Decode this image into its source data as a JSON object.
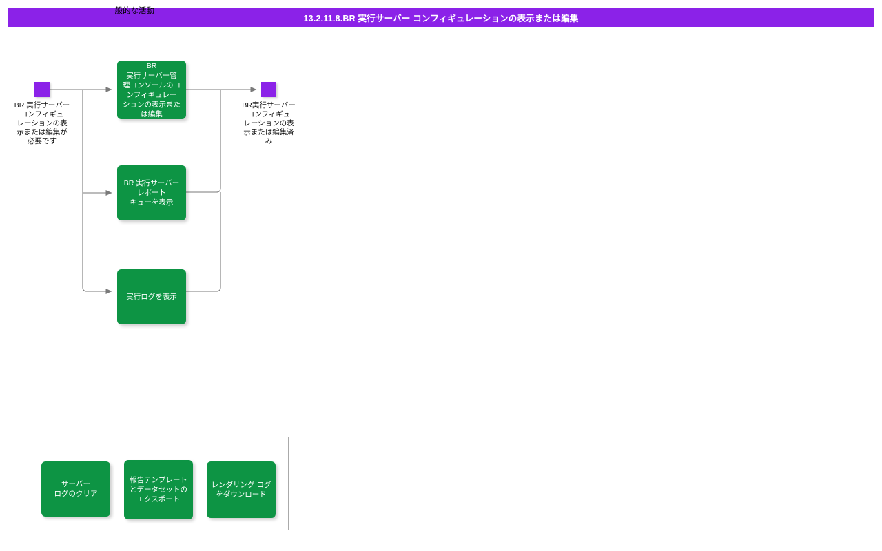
{
  "titlebar": {
    "title": "13.2.11.8.BR 実行サーバー コンフィギュレーションの表示または編集",
    "background_color": "#8B22E8",
    "text_color": "#FFFFFF"
  },
  "theme": {
    "activity_green": "#0D9444",
    "terminal_purple": "#8B22E8",
    "connector_gray": "#808080",
    "panel_border": "#AAAAAA",
    "page_background": "#FFFFFF"
  },
  "diagram": {
    "type": "process-flow",
    "start_node": {
      "icon": "terminal-square-icon",
      "caption": "BR 実行サーバー\nコンフィギュ\nレーションの表\n示または編集が\n必要です"
    },
    "end_node": {
      "icon": "terminal-square-icon",
      "caption": "BR実行サーバー\nコンフィギュ\nレーションの表\n示または編集済\nみ"
    },
    "steps": [
      {
        "id": "step-1",
        "label": "BR\n実行サーバー管\n理コンソールのコ\nンフィギュレー\nションの表示また\nは編集"
      },
      {
        "id": "step-2",
        "label": "BR 実行サーバー\nレポート\nキューを表示"
      },
      {
        "id": "step-3",
        "label": "実行ログを表示"
      }
    ]
  },
  "common_activities": {
    "title": "一般的な活動",
    "items": [
      {
        "id": "common-box-1",
        "label": "サーバー\nログのクリア"
      },
      {
        "id": "common-box-2",
        "label": "報告テンプレート\nとデータセットの\nエクスポート"
      },
      {
        "id": "common-box-3",
        "label": "レンダリング ログ\nをダウンロード"
      }
    ]
  }
}
